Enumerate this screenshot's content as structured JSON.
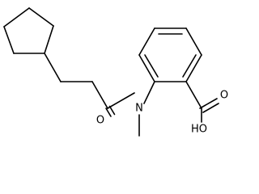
{
  "molecule": {
    "atom_labels": {
      "nitrogen": "N",
      "carbonyl_oxygen": "O",
      "hydroxyl": "HO",
      "acid_oxygen": "O"
    }
  }
}
